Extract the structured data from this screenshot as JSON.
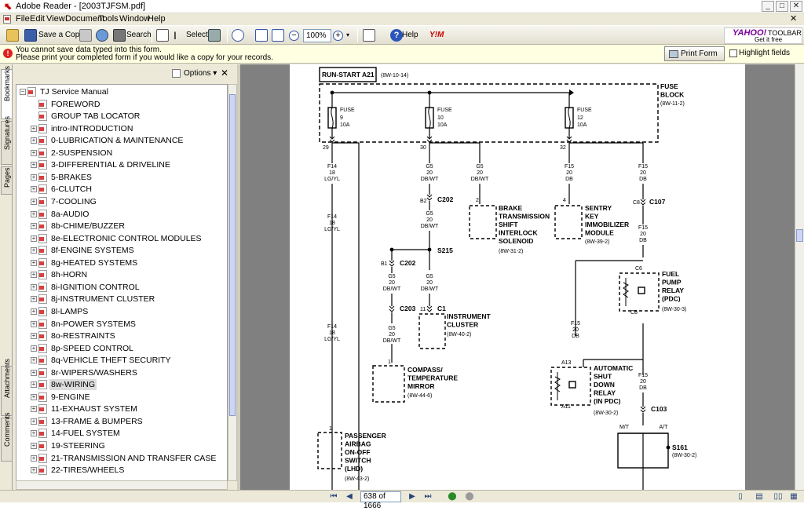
{
  "window": {
    "title": "Adobe Reader - [2003TJFSM.pdf]"
  },
  "menu": [
    "File",
    "Edit",
    "View",
    "Document",
    "Tools",
    "Window",
    "Help"
  ],
  "toolbar": {
    "save_copy": "Save a Copy",
    "search": "Search",
    "select": "Select",
    "zoom": "100%",
    "help": "Help",
    "yahoo_logo": "YAHOO!",
    "yahoo_toolbar": "TOOLBAR",
    "yahoo_get": "Get it free"
  },
  "notice": {
    "line1": "You cannot save data typed into this form.",
    "line2": "Please print your completed form if you would like a copy for your records.",
    "print_form": "Print Form",
    "highlight": "Highlight fields"
  },
  "sidetabs": [
    "Bookmarks",
    "Signatures",
    "Pages",
    "Attachments",
    "Comments"
  ],
  "bookmarks": {
    "options": "Options",
    "root": "TJ Service Manual",
    "items": [
      "FOREWORD",
      "GROUP TAB LOCATOR",
      "intro-INTRODUCTION",
      "0-LUBRICATION & MAINTENANCE",
      "2-SUSPENSION",
      "3-DIFFERENTIAL & DRIVELINE",
      "5-BRAKES",
      "6-CLUTCH",
      "7-COOLING",
      "8a-AUDIO",
      "8b-CHIME/BUZZER",
      "8e-ELECTRONIC CONTROL MODULES",
      "8f-ENGINE SYSTEMS",
      "8g-HEATED SYSTEMS",
      "8h-HORN",
      "8i-IGNITION CONTROL",
      "8j-INSTRUMENT CLUSTER",
      "8l-LAMPS",
      "8n-POWER SYSTEMS",
      "8o-RESTRAINTS",
      "8p-SPEED CONTROL",
      "8q-VEHICLE THEFT SECURITY",
      "8r-WIPERS/WASHERS",
      "8w-WIRING",
      "9-ENGINE",
      "11-EXHAUST SYSTEM",
      "13-FRAME & BUMPERS",
      "14-FUEL SYSTEM",
      "19-STEERING",
      "21-TRANSMISSION AND TRANSFER CASE",
      "22-TIRES/WHEELS"
    ],
    "selected": "8w-WIRING"
  },
  "status": {
    "page": "638 of 1666"
  },
  "diagram": {
    "header": "RUN-START A21",
    "header_ref": "(8W-10-14)",
    "fuse_block": "FUSE\nBLOCK",
    "fuse_block_ref": "(8W-11-2)",
    "fuses": [
      {
        "name": "FUSE",
        "num": "9",
        "amp": "10A"
      },
      {
        "name": "FUSE",
        "num": "10",
        "amp": "10A"
      },
      {
        "name": "FUSE",
        "num": "12",
        "amp": "10A"
      }
    ],
    "pins": [
      "29",
      "30",
      "32"
    ],
    "w1": [
      "F14",
      "18",
      "LG/YL"
    ],
    "w2": [
      "G5",
      "20",
      "DB/WT"
    ],
    "w3": [
      "G5",
      "20",
      "DB/WT"
    ],
    "w4": [
      "F15",
      "20",
      "DB"
    ],
    "w5": [
      "F15",
      "20",
      "DB"
    ],
    "c202a": "C202",
    "c202a_pin": "B2",
    "w2b": [
      "G5",
      "20",
      "DB/WT"
    ],
    "w1b": [
      "F14",
      "18",
      "LG/YL"
    ],
    "brake": "BRAKE\nTRANSMISSION\nSHIFT\nINTERLOCK\nSOLENOID",
    "brake_ref": "(8W-31-2)",
    "brake_pin": "2",
    "sentry": "SENTRY\nKEY\nIMMOBILIZER\nMODULE",
    "sentry_ref": "(8W-39-2)",
    "sentry_pin": "4",
    "c107": "C107",
    "c107_pin": "C8",
    "w5b": [
      "F15",
      "20",
      "DB"
    ],
    "s215": "S215",
    "c202b": "C202",
    "c202b_pin": "B1",
    "w6": [
      "G5",
      "20",
      "DB/WT"
    ],
    "w7": [
      "G5",
      "20",
      "DB/WT"
    ],
    "fuel_pump": "FUEL\nPUMP\nRELAY\n(PDC)",
    "fuel_pump_ref": "(8W-30-3)",
    "fp_pin1": "C6",
    "fp_pin2": "C8",
    "c203": "C203",
    "c1": "C1",
    "c1_pin": "11",
    "cluster": "INSTRUMENT\nCLUSTER",
    "cluster_ref": "(8W-40-2)",
    "w8": [
      "G5",
      "20",
      "DB/WT"
    ],
    "w1c": [
      "F14",
      "18",
      "LG/YL"
    ],
    "w9": [
      "F15",
      "20",
      "DB"
    ],
    "compass": "COMPASS/\nTEMPERATURE\nMIRROR",
    "compass_ref": "(8W-44-6)",
    "compass_pin": "1",
    "asd": "AUTOMATIC\nSHUT\nDOWN\nRELAY\n(IN PDC)",
    "asd_ref": "(8W-30-2)",
    "asd_pin1": "A13",
    "asd_pin2": "A11",
    "w10": [
      "F15",
      "20",
      "DB"
    ],
    "c103": "C103",
    "mt": "M/T",
    "at": "A/T",
    "s161": "S161",
    "s161_ref": "(8W-30-2)",
    "airbag": "PASSENGER\nAIRBAG\nON-OFF\nSWITCH\n(LHD)",
    "airbag_ref": "(8W-43-2)",
    "airbag_pin": "1"
  }
}
